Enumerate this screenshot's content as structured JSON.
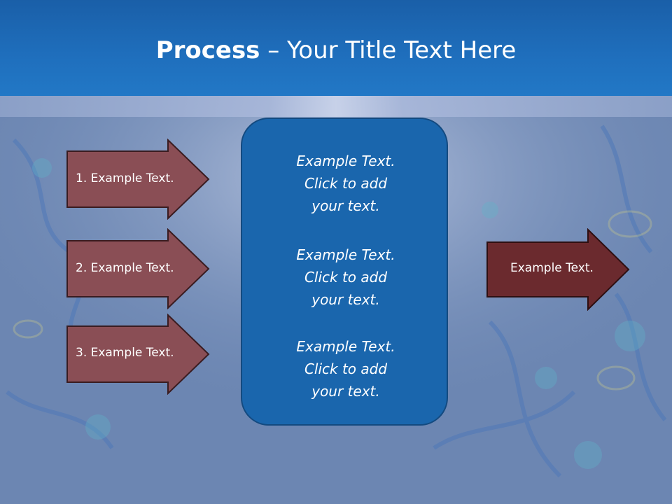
{
  "title": {
    "bold": "Process",
    "rest": " – Your Title Text Here"
  },
  "left_arrows": [
    {
      "label": "1. Example Text."
    },
    {
      "label": "2. Example Text."
    },
    {
      "label": "3. Example Text."
    }
  ],
  "center_box": {
    "blocks": [
      {
        "lines": [
          "Example Text.",
          "Click  to add",
          "your text."
        ]
      },
      {
        "lines": [
          "Example Text.",
          "Click  to add",
          "your text."
        ]
      },
      {
        "lines": [
          "Example Text.",
          "Click  to add",
          "your text."
        ]
      }
    ]
  },
  "right_arrow": {
    "label": "Example Text."
  },
  "colors": {
    "title_bar": "#1f6fbd",
    "left_arrow_fill": "#8a4e55",
    "right_arrow_fill": "#6b2a2e",
    "center_fill": "#1a66ad"
  }
}
